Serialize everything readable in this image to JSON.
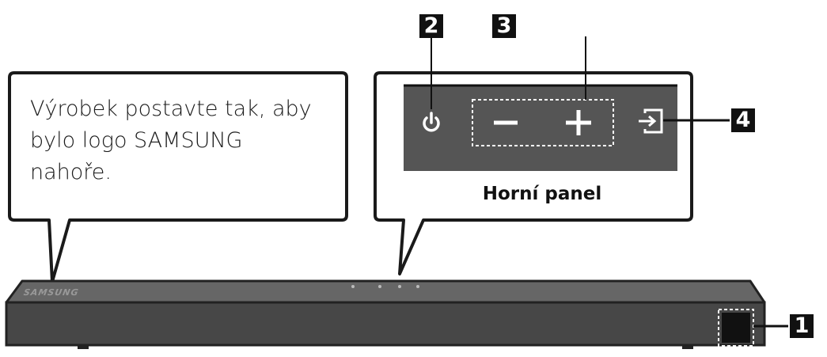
{
  "callout_left": {
    "lines": [
      "Výrobek postavte tak, aby",
      "bylo logo SAMSUNG",
      "nahoře."
    ]
  },
  "callout_right": {
    "label": "Horní panel"
  },
  "top_panel": {
    "power_icon": "power-icon",
    "minus_symbol": "−",
    "plus_symbol": "+",
    "input_icon": "input-source-icon"
  },
  "soundbar": {
    "logo": "SAMSUNG"
  },
  "markers": {
    "one": "1",
    "two": "2",
    "three": "3",
    "four": "4"
  },
  "colors": {
    "panel": "#555555",
    "soundbar_top": "#666666",
    "soundbar_front": "#444444",
    "outline": "#222222"
  }
}
